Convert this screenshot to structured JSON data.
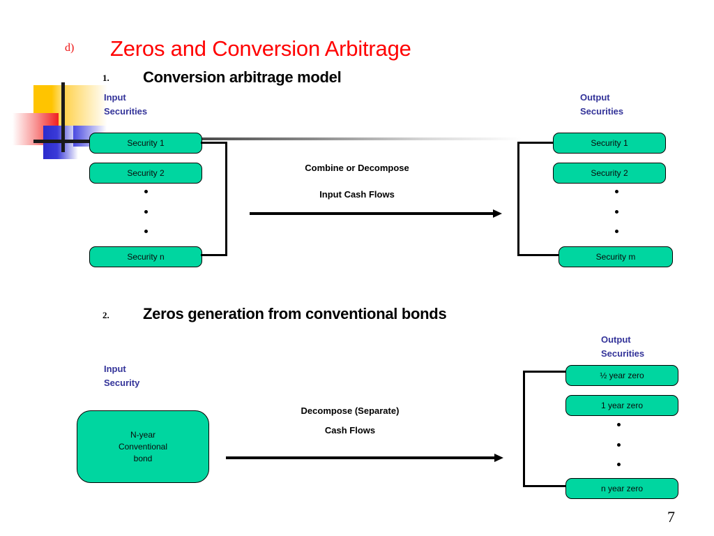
{
  "slide": {
    "marker": "d)",
    "title": "Zeros and Conversion Arbitrage",
    "page_number": "7",
    "title_color": "#FF0000",
    "label_color": "#333399",
    "box_color": "#00D6A0"
  },
  "section1": {
    "number": "1.",
    "heading": "Conversion arbitrage model",
    "input_label_line1": "Input",
    "input_label_line2": "Securities",
    "output_label_line1": "Output",
    "output_label_line2": "Securities",
    "input_boxes": [
      "Security 1",
      "Security 2",
      "Security n"
    ],
    "output_boxes": [
      "Security 1",
      "Security 2",
      "Security m"
    ],
    "dots": [
      "dot",
      "dot",
      "dot"
    ],
    "caption_line1": "Combine or Decompose",
    "caption_line2": "Input Cash Flows"
  },
  "section2": {
    "number": "2.",
    "heading": "Zeros generation from conventional bonds",
    "input_label_line1": "Input",
    "input_label_line2": "Security",
    "output_label_line1": "Output",
    "output_label_line2": "Securities",
    "input_box_line1": "N-year",
    "input_box_line2": "Conventional",
    "input_box_line3": "bond",
    "output_boxes": [
      "½ year zero",
      "1 year zero",
      "n year zero"
    ],
    "dots": [
      "dot",
      "dot",
      "dot"
    ],
    "caption_line1": "Decompose (Separate)",
    "caption_line2": "Cash Flows"
  }
}
